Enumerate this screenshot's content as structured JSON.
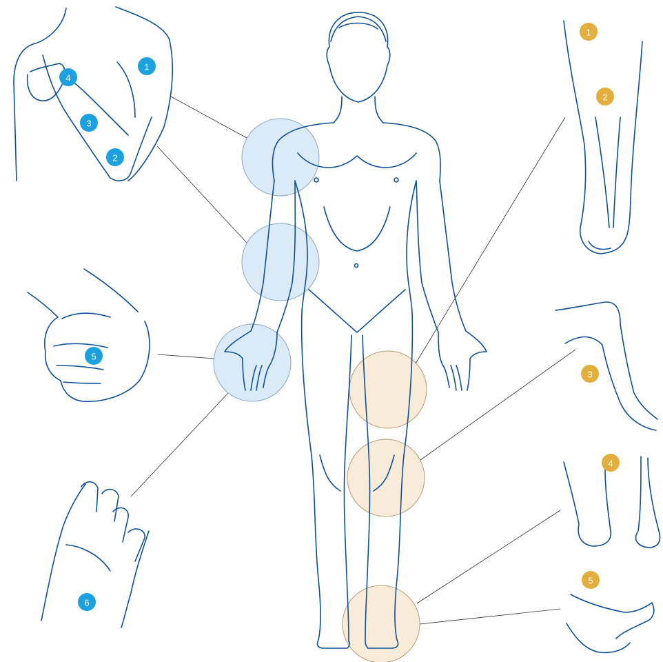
{
  "colors": {
    "outline": "#0b4f9c",
    "upper_badge": "#1ba1df",
    "lower_badge": "#e2ae3c",
    "upper_zone_fill": "#cfe3f4",
    "upper_zone_stroke": "#8aa7c4",
    "lower_zone_fill": "#f6e6cc",
    "lower_zone_stroke": "#b59a74",
    "connector": "#2b2b2b"
  },
  "upper_limb_markers": [
    {
      "label": "1",
      "region": "shoulder"
    },
    {
      "label": "2",
      "region": "elbow"
    },
    {
      "label": "3",
      "region": "forearm"
    },
    {
      "label": "4",
      "region": "wrist"
    },
    {
      "label": "5",
      "region": "fist"
    },
    {
      "label": "6",
      "region": "fingers"
    }
  ],
  "lower_limb_markers": [
    {
      "label": "1",
      "region": "hip"
    },
    {
      "label": "2",
      "region": "thigh"
    },
    {
      "label": "3",
      "region": "knee"
    },
    {
      "label": "4",
      "region": "toes"
    },
    {
      "label": "5",
      "region": "ankle"
    }
  ],
  "zones": [
    {
      "name": "shoulder-zone",
      "group": "upper"
    },
    {
      "name": "elbow-zone",
      "group": "upper"
    },
    {
      "name": "wrist-zone",
      "group": "upper"
    },
    {
      "name": "hip-zone",
      "group": "lower"
    },
    {
      "name": "knee-zone",
      "group": "lower"
    },
    {
      "name": "ankle-zone",
      "group": "lower"
    }
  ]
}
